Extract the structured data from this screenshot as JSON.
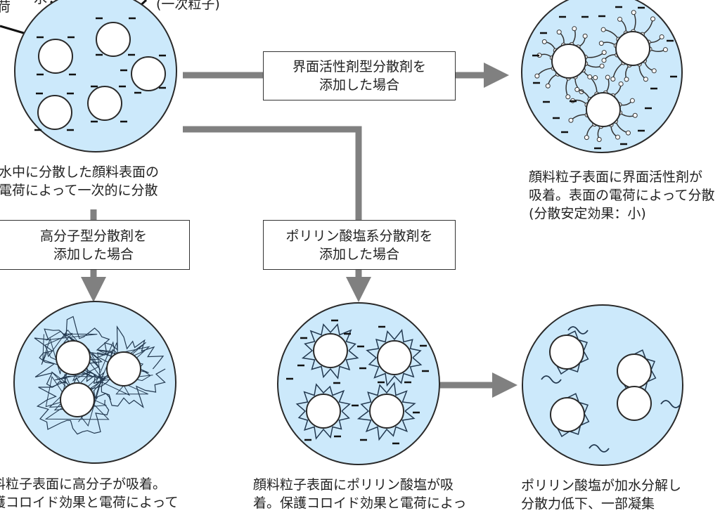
{
  "colors": {
    "water": "#cce9fb",
    "outline": "#2a2a2a",
    "particle": "#ffffff",
    "arrow": "#808080",
    "polymer": "#22384f"
  },
  "labels": {
    "charge_label_fragment": "荷",
    "water_label_fragment": "水",
    "primary_particle_label": "(一次粒子)"
  },
  "nodes": {
    "initial": {
      "caption": [
        "水中に分散した顔料表面の",
        "電荷によって一次的に分散"
      ]
    },
    "surfactant": {
      "caption": [
        "顔料粒子表面に界面活性剤が",
        "吸着。表面の電荷によって分散",
        "(分散安定効果：小)"
      ]
    },
    "polymer": {
      "caption": [
        "顔料粒子表面に高分子が吸着。",
        "保護コロイド効果と電荷によって"
      ]
    },
    "polyphosphate": {
      "caption": [
        "顔料粒子表面にポリリン酸塩が吸",
        "着。保護コロイド効果と電荷によっ"
      ]
    },
    "hydrolysis": {
      "caption": [
        "ポリリン酸塩が加水分解し",
        "分散力低下、一部凝集"
      ]
    }
  },
  "process_boxes": {
    "surfactant": [
      "界面活性剤型分散剤を",
      "添加した場合"
    ],
    "polymer": [
      "高分子型分散剤を",
      "添加した場合"
    ],
    "polyphosphate": [
      "ポリリン酸塩系分散剤を",
      "添加した場合"
    ]
  },
  "charge_symbol": "−"
}
